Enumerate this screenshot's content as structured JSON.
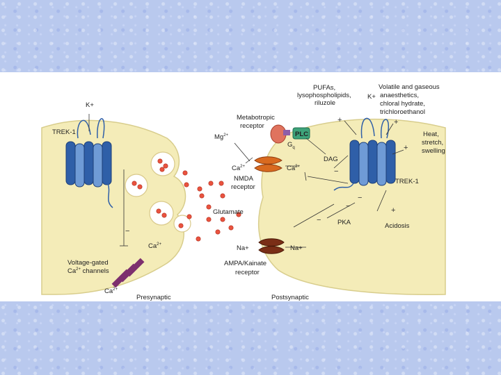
{
  "labels": {
    "k_plus_left": "K+",
    "trek1_left": "TREK-1",
    "mg": "Mg",
    "mg_sup": "2+",
    "metabotropic": "Metabotropic",
    "receptor_m": "receptor",
    "plc": "PLC",
    "gq": "G",
    "gq_sub": "q",
    "pufas": "PUFAs,",
    "lysophospholipids": "lysophospholipids,",
    "riluzole": "riluzole",
    "k_plus_right": "K+",
    "volatile": "Volatile and gaseous",
    "anaesthetics": "anaesthetics,",
    "chloral": "chloral hydrate,",
    "trichloroethanol": "trichloroethanol",
    "heat": "Heat,",
    "stretch": "stretch,",
    "swelling": "swelling",
    "dag": "DAG",
    "ca_left": "Ca",
    "ca_right": "Ca",
    "ca_sup": "2+",
    "nmda": "NMDA",
    "receptor_n": "receptor",
    "trek1_right": "TREK-1",
    "glutamate": "Glutamate",
    "pka": "PKA",
    "acidosis": "Acidosis",
    "na_left": "Na+",
    "na_right": "Na+",
    "ampa": "AMPA/Kainate",
    "receptor_a": "receptor",
    "ca_pre": "Ca",
    "voltage_gated": "Voltage-gated",
    "ca_channels": "Ca",
    "ca_channels_rest": " channels",
    "ca_bottom": "Ca",
    "presynaptic": "Presynaptic",
    "postsynaptic": "Postsynaptic"
  },
  "signs": {
    "plus": "+",
    "minus": "−"
  },
  "colors": {
    "cell": "#f4ecb8",
    "cell_stroke": "#d8cd8c",
    "channel": "#2f5fa8",
    "channel_light": "#6f9bd6",
    "receptor_orange": "#d96a1f",
    "receptor_brown": "#7a2e16",
    "metabotropic": "#e0735e",
    "plc": "#3ea37a",
    "gq": "#8e5ea8",
    "vg_channel": "#7d2f6e",
    "glutamate": "#e9533f"
  }
}
